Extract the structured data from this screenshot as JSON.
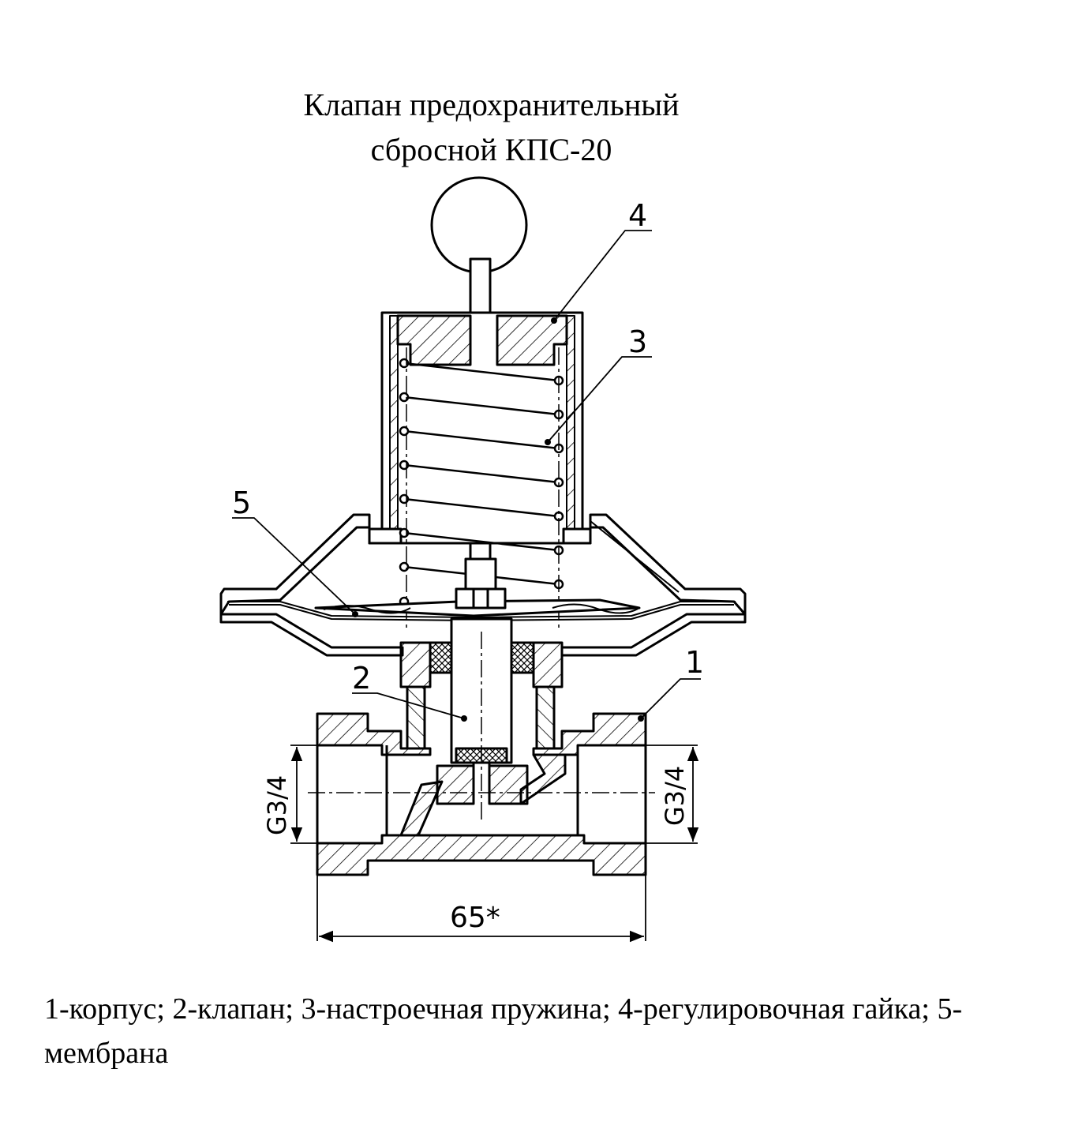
{
  "title": {
    "line1": "Клапан предохранительный",
    "line2": "сбросной  КПС-20"
  },
  "callouts": {
    "c1": "1",
    "c2": "2",
    "c3": "3",
    "c4": "4",
    "c5": "5"
  },
  "dimensions": {
    "thread_left": "G3/4",
    "thread_right": "G3/4",
    "length": "65*"
  },
  "legend": {
    "text": "1-корпус; 2-клапан; 3-настроечная пружина; 4-регулировочная гайка; 5-мембрана"
  }
}
